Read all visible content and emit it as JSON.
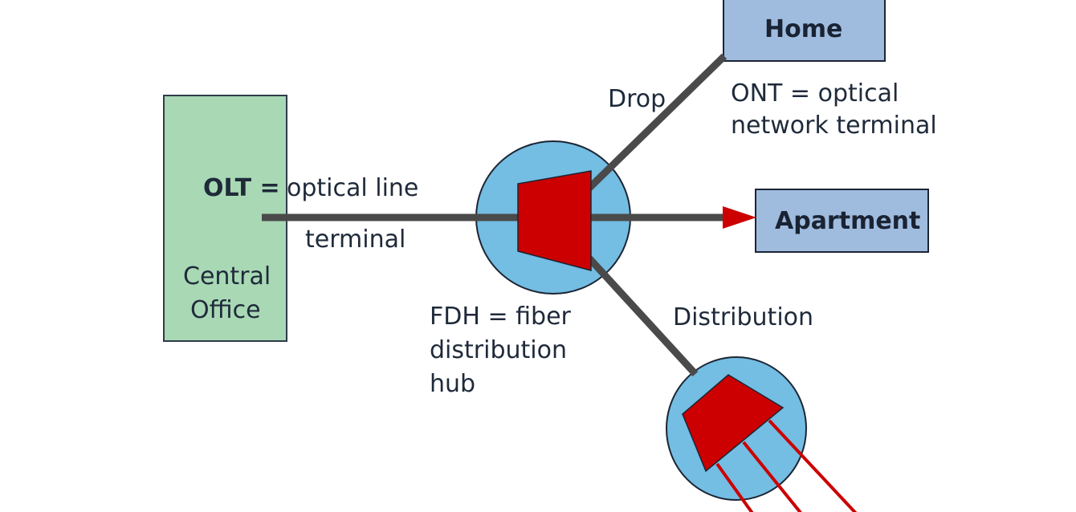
{
  "nodes": {
    "central_office": {
      "line1": "Central",
      "line2": "Office",
      "fill": "#a8d8b4"
    },
    "home": {
      "label": "Home",
      "fill": "#9fbcdf"
    },
    "apartment": {
      "label": "Apartment",
      "fill": "#9fbcdf"
    }
  },
  "labels": {
    "olt_abbr": "OLT =",
    "olt_line1": "optical line",
    "olt_line2": "terminal",
    "ont_line1": "ONT = optical",
    "ont_line2": "network terminal",
    "drop": "Drop",
    "distribution": "Distribution",
    "fdh_line1": "FDH = fiber",
    "fdh_line2": "distribution",
    "fdh_line3": "hub"
  },
  "colors": {
    "fiber_line": "#4a4a4a",
    "hub_fill": "#74bde3",
    "splitter_fill": "#cc0000",
    "outline": "#1c2533"
  }
}
